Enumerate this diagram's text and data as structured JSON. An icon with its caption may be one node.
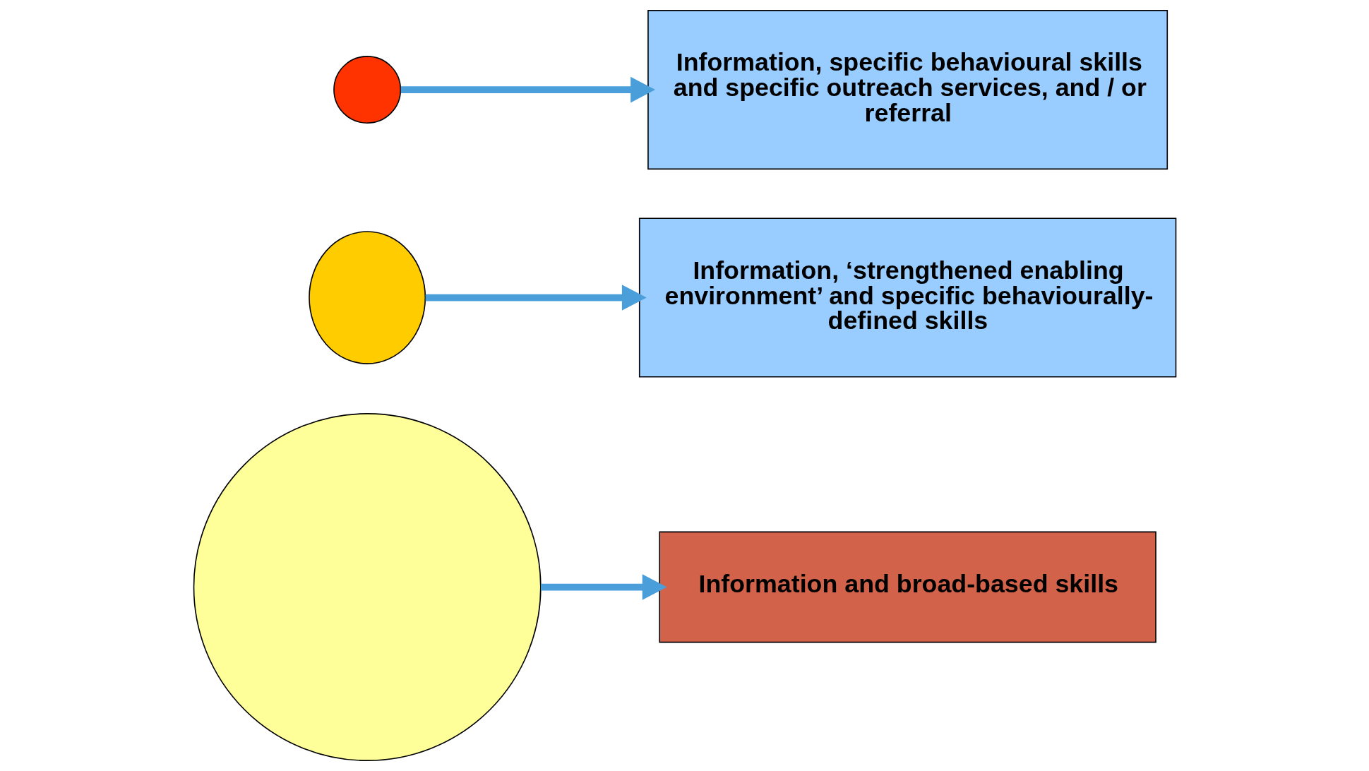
{
  "diagram": {
    "nodes": [
      {
        "text": [],
        "shape": "circle"
      },
      {
        "text": [
          "Information, specific behavioural skills and specific outreach services, and / or referral"
        ]
      },
      {
        "text": [],
        "shape": "circle"
      },
      {
        "text": [
          "Information, ‘strengthened enabling environment’ and specific behaviourally-defined skills"
        ]
      },
      {
        "text": [],
        "shape": "circle"
      },
      {
        "text": [
          "Information and broad-based skills"
        ]
      }
    ],
    "edges": [
      {
        "from": 0,
        "to": 1,
        "arrow": "to"
      },
      {
        "from": 2,
        "to": 3,
        "arrow": "to"
      },
      {
        "from": 4,
        "to": 5,
        "arrow": "to"
      }
    ]
  }
}
